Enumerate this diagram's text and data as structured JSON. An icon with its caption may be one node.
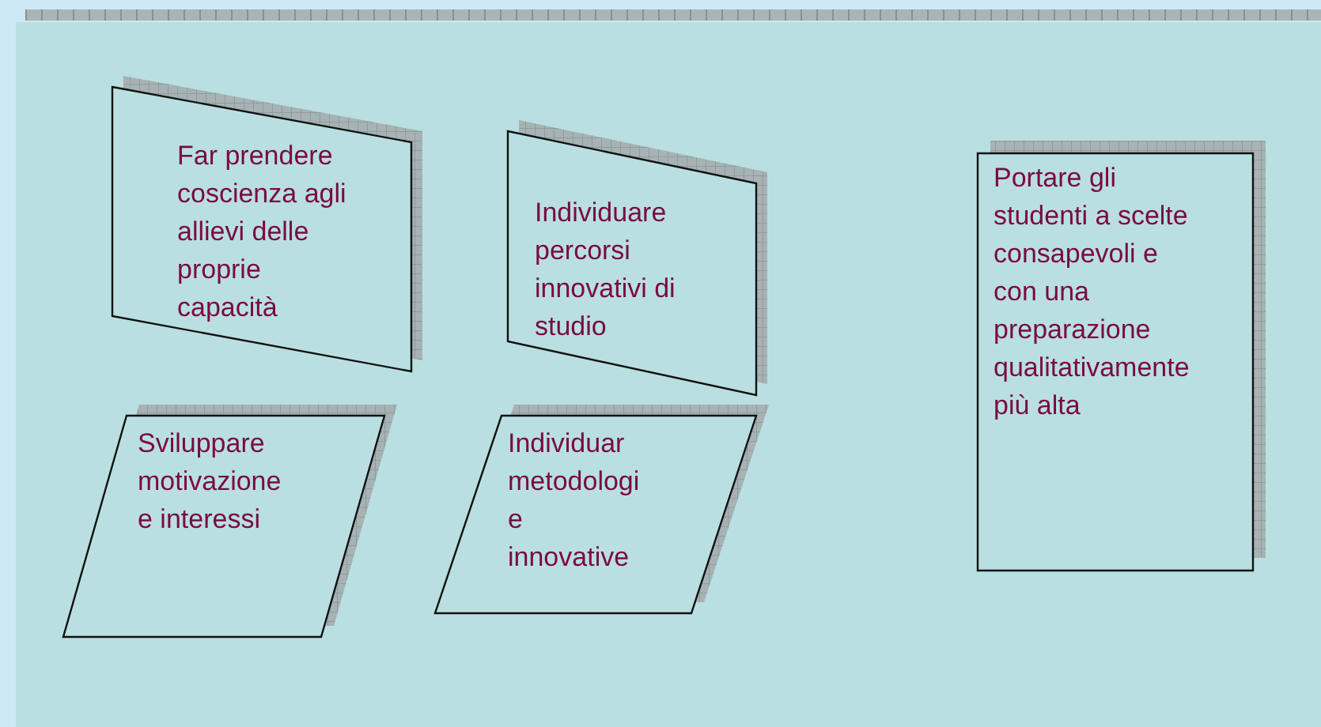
{
  "diagram": {
    "nodes": [
      {
        "text": [
          "Far prendere coscienza agli allievi delle proprie capacità"
        ]
      },
      {
        "text": [
          "Individuare percorsi innovativi di studio"
        ]
      },
      {
        "text": [
          "Sviluppare motivazione e interessi"
        ]
      },
      {
        "text": [
          "Individuar metodologi e innovative"
        ]
      },
      {
        "text": [
          "Portare gli studenti a scelte consapevoli e con una preparazione qualitativamente più alta"
        ]
      }
    ]
  }
}
